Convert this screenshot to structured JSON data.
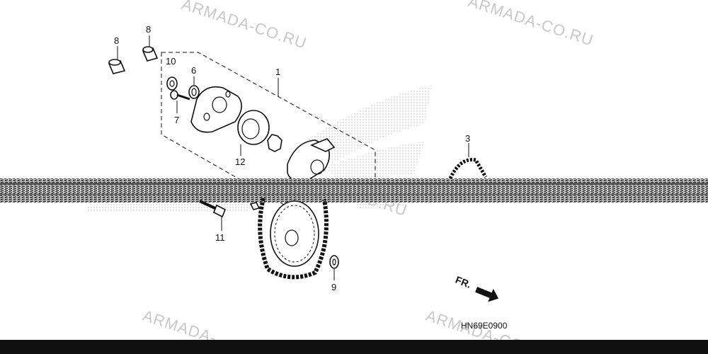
{
  "watermark": {
    "text_top_left": "ARMADA-CO.RU",
    "text_top_right": "ARMADA-CO.RU",
    "text_mid": "CO.RU",
    "text_bottom_left": "ARMADA-",
    "text_bottom_right": "ARMADA-CO.RU"
  },
  "callouts": {
    "p1": "1",
    "p3": "3",
    "p6": "6",
    "p7": "7",
    "p8_left": "8",
    "p8_right": "8",
    "p9": "9",
    "p10": "10",
    "p11": "11",
    "p12": "12"
  },
  "direction": {
    "label": "FR."
  },
  "diagram_code": "HN69E0900",
  "colors": {
    "line": "#111111",
    "watermark": "#c8c8c8",
    "band": "#555555",
    "background": "#ffffff"
  }
}
